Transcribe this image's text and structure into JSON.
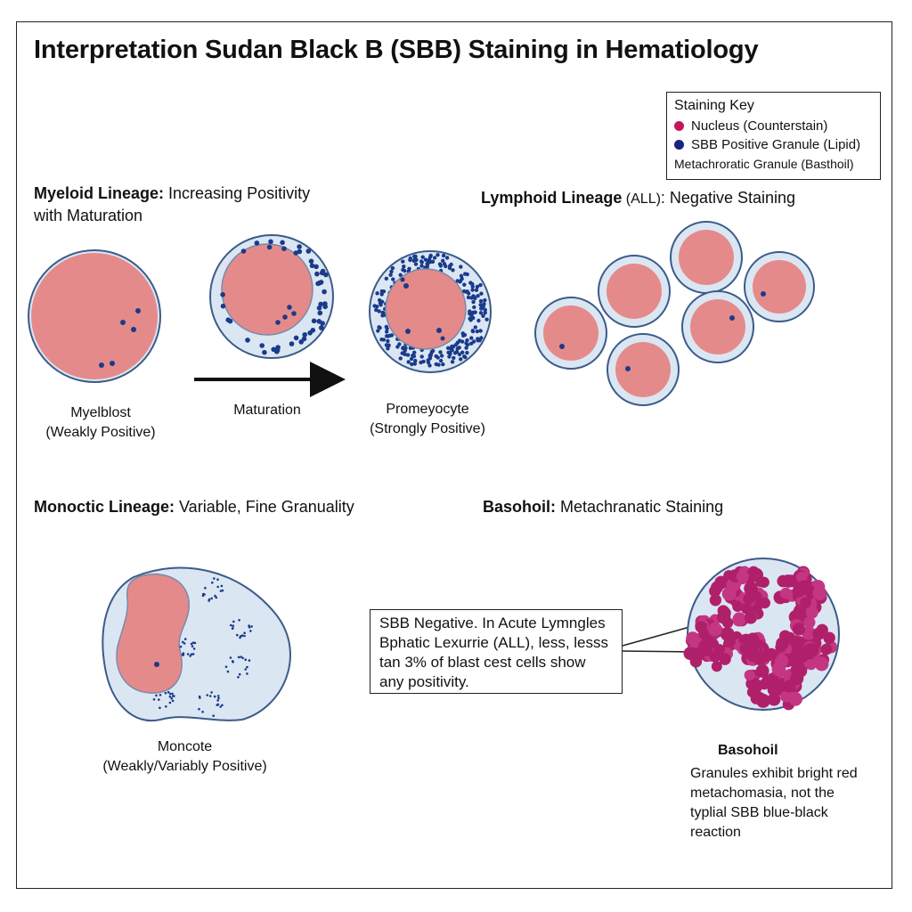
{
  "title": "Interpretation Sudan Black B (SBB) Staining in Hematiology",
  "key": {
    "title": "Staining Key",
    "items": [
      {
        "label": "Nucleus (Counterstain)",
        "color": "#c2185b"
      },
      {
        "label": "SBB Positive Granule (Lipid)",
        "color": "#1a237e"
      },
      {
        "label": "Metachroratic Granule (Basthoil)",
        "color": ""
      }
    ]
  },
  "myeloid": {
    "heading_bold": "Myeloid Lineage:",
    "heading_rest": " Increasing Positivity with Maturation",
    "arrow_label": "Maturation",
    "cells": [
      {
        "name": "Myelblost",
        "note": "(Weakly Positive)"
      },
      {
        "name": "Promeyocyte",
        "note": "(Strongly Positive)"
      }
    ]
  },
  "lymphoid": {
    "heading_bold": "Lymphoid Lineage",
    "heading_small": " (ALL)",
    "heading_rest": ": Negative Staining"
  },
  "monocytic": {
    "heading_bold": "Monoctic Lineage:",
    "heading_rest": " Variable, Fine Granuality",
    "cell_name": "Moncote",
    "cell_note": "(Weakly/Variably Positive)"
  },
  "basophil": {
    "heading_bold": "Basohoil:",
    "heading_rest": " Metachranatic Staining",
    "callout": "SBB Negative. In Acute Lymngles Bphatic Lexurrie (ALL), less, lesss tan 3% of blast cest cells show any positivity.",
    "cell_name": "Basohoil",
    "description": "Granules exhibit bright red metachomasia, not the typlial SBB blue-black reaction"
  },
  "colors": {
    "nucleus": "#e58a8a",
    "cytoplasm": "#dbe6f3",
    "granule": "#1a3a8a",
    "metachromatic": "#b0206a"
  }
}
